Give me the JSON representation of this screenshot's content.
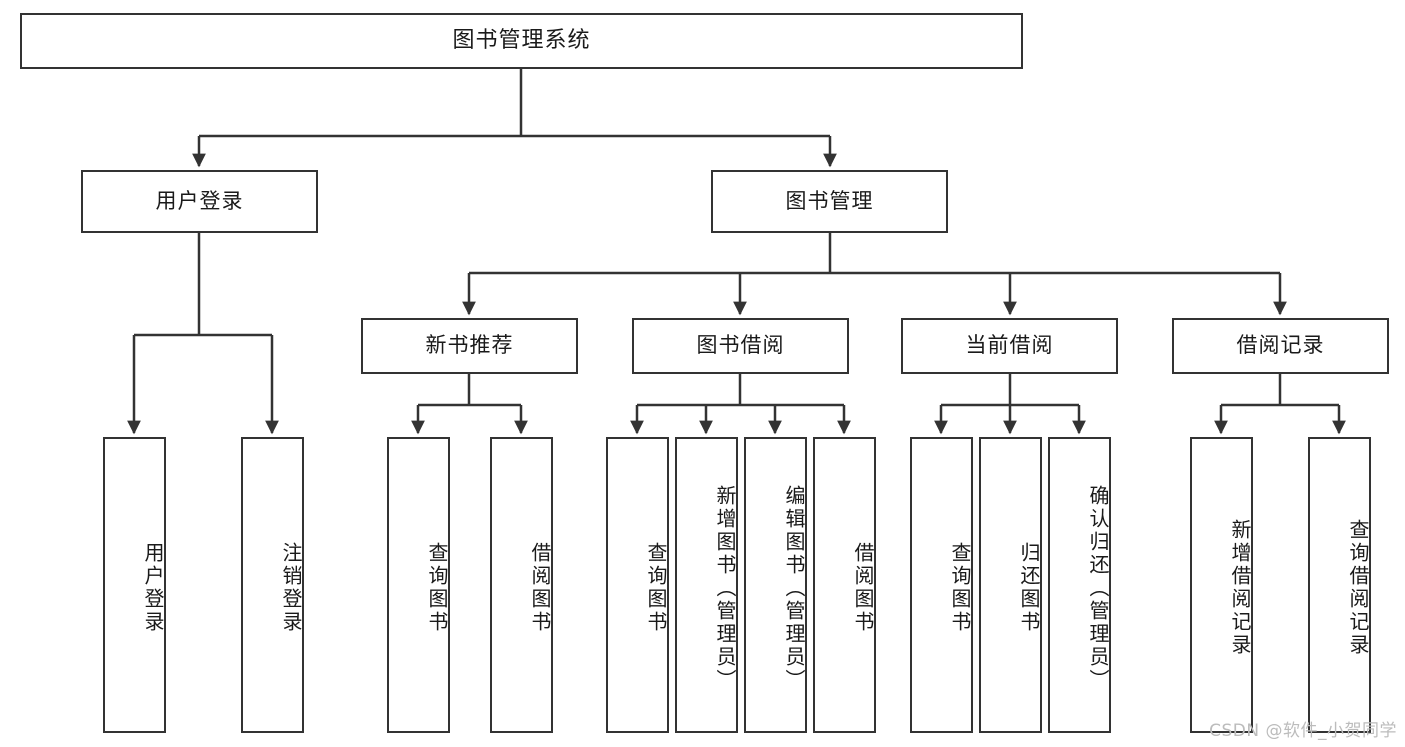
{
  "diagram": {
    "title": "图书管理系统",
    "watermark": "CSDN @软件_小贺同学",
    "stroke_color": "#333333",
    "background_color": "#ffffff",
    "text_color": "#1a1a1a",
    "watermark_color": "#bcbcbc"
  },
  "root": {
    "label": "图书管理系统"
  },
  "level1": [
    {
      "label": "用户登录"
    },
    {
      "label": "图书管理"
    }
  ],
  "level2": [
    {
      "label": "新书推荐"
    },
    {
      "label": "图书借阅"
    },
    {
      "label": "当前借阅"
    },
    {
      "label": "借阅记录"
    }
  ],
  "leaves": {
    "user_login": [
      {
        "label": "用户登录"
      },
      {
        "label": "注销登录"
      }
    ],
    "new_book_recommend": [
      {
        "label": "查询图书"
      },
      {
        "label": "借阅图书"
      }
    ],
    "book_borrow": [
      {
        "label": "查询图书"
      },
      {
        "label": "新增图书（管理员）"
      },
      {
        "label": "编辑图书（管理员）"
      },
      {
        "label": "借阅图书"
      }
    ],
    "current_borrow": [
      {
        "label": "查询图书"
      },
      {
        "label": "归还图书"
      },
      {
        "label": "确认归还（管理员）"
      }
    ],
    "borrow_record": [
      {
        "label": "新增借阅记录"
      },
      {
        "label": "查询借阅记录"
      }
    ]
  }
}
